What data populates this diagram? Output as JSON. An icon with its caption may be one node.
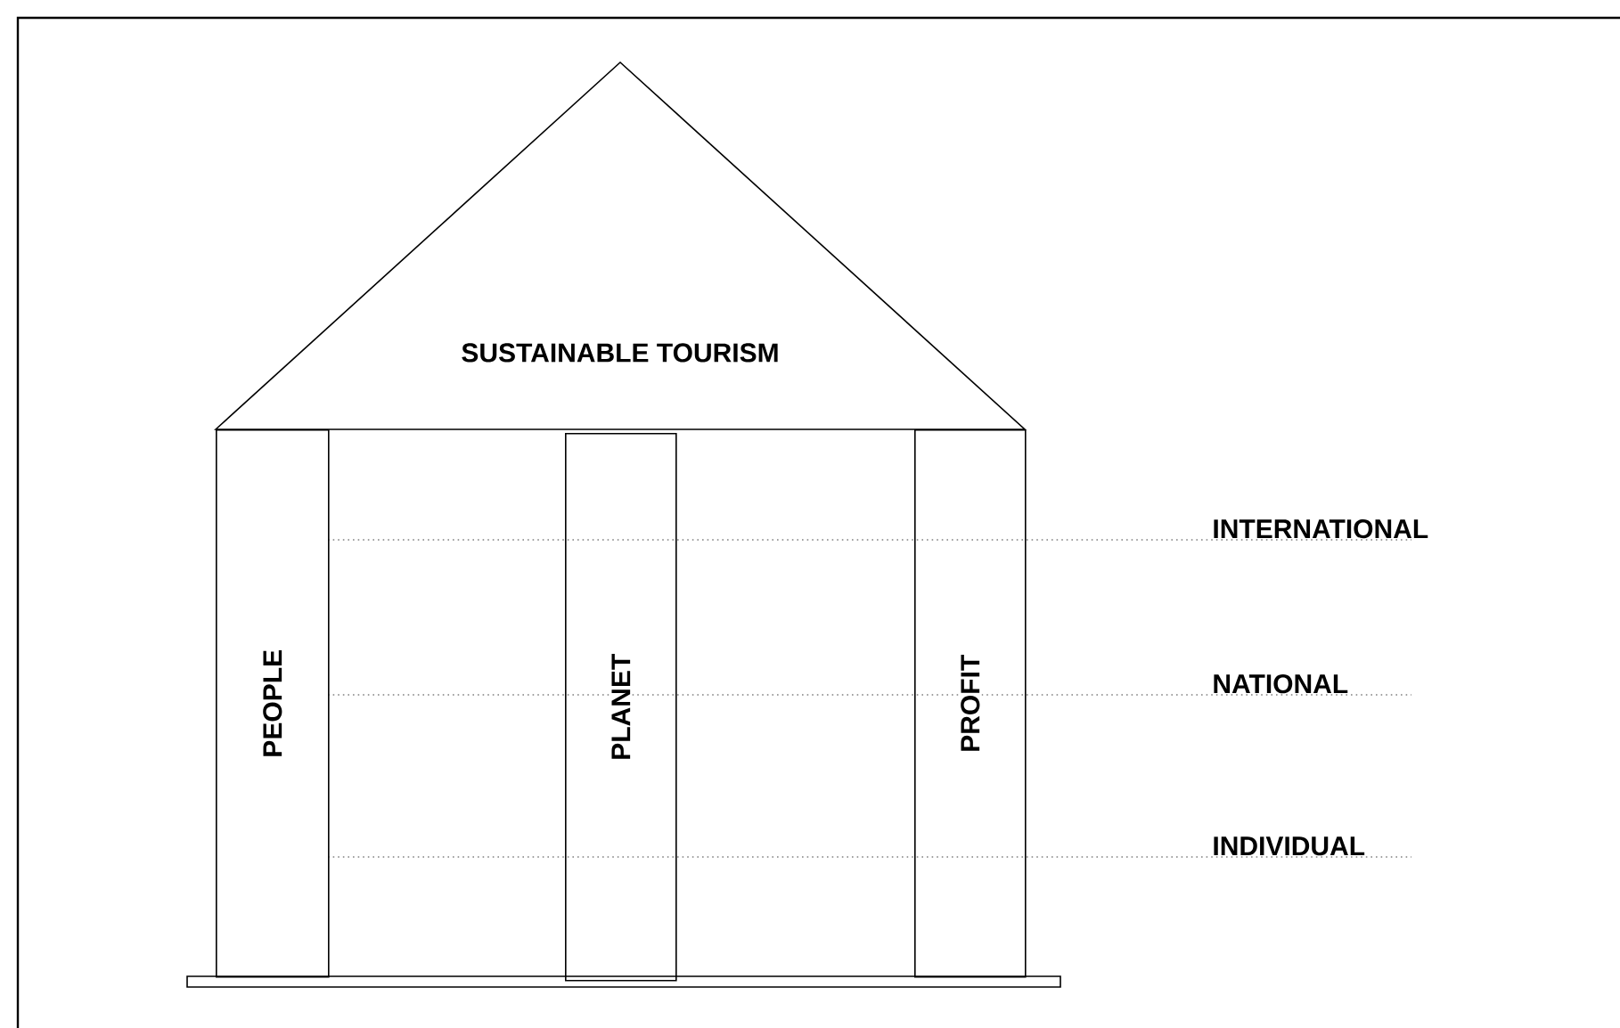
{
  "diagram": {
    "nodes": [
      {
        "text": [
          "SUSTAINABLE TOURISM"
        ]
      },
      {
        "text": [
          "PEOPLE"
        ]
      },
      {
        "text": [
          "PLANET"
        ]
      },
      {
        "text": [
          "PROFIT"
        ]
      }
    ],
    "labels": [
      "INTERNATIONAL",
      "NATIONAL",
      "INDIVIDUAL"
    ]
  }
}
